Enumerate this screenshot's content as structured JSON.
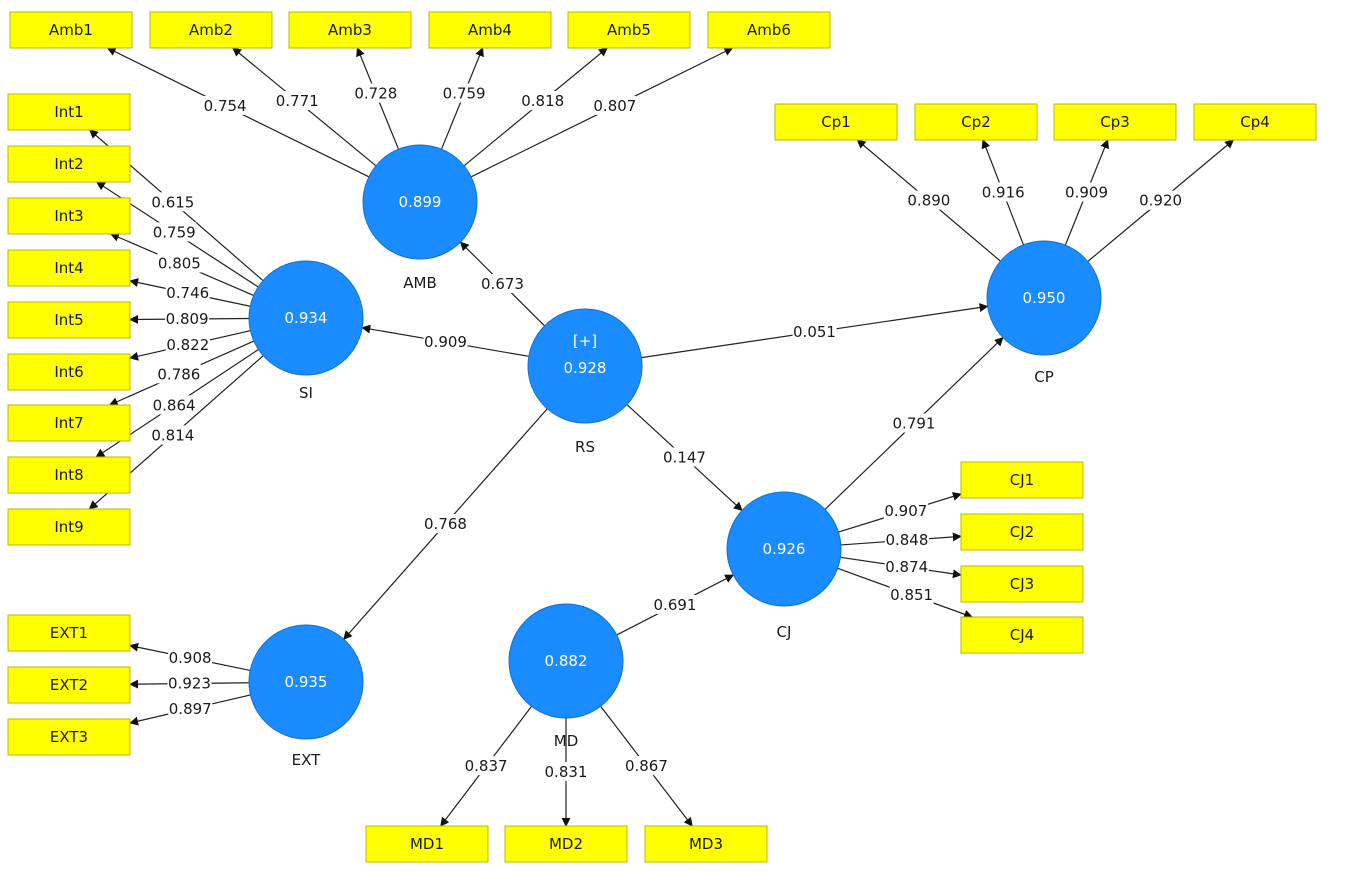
{
  "colors": {
    "indicator_fill": "#ffff00",
    "construct_fill": "#1a8cff",
    "edge": "#222222"
  },
  "constructs": [
    {
      "id": "AMB",
      "label": "AMB",
      "value": "0.899"
    },
    {
      "id": "SI",
      "label": "SI",
      "value": "0.934"
    },
    {
      "id": "RS",
      "label": "RS",
      "value": "0.928",
      "badge": "[+]"
    },
    {
      "id": "CP",
      "label": "CP",
      "value": "0.950"
    },
    {
      "id": "CJ",
      "label": "CJ",
      "value": "0.926"
    },
    {
      "id": "MD",
      "label": "MD",
      "value": "0.882"
    },
    {
      "id": "EXT",
      "label": "EXT",
      "value": "0.935"
    }
  ],
  "indicators": [
    {
      "id": "Amb1",
      "label": "Amb1",
      "construct": "AMB",
      "weight": "0.754"
    },
    {
      "id": "Amb2",
      "label": "Amb2",
      "construct": "AMB",
      "weight": "0.771"
    },
    {
      "id": "Amb3",
      "label": "Amb3",
      "construct": "AMB",
      "weight": "0.728"
    },
    {
      "id": "Amb4",
      "label": "Amb4",
      "construct": "AMB",
      "weight": "0.759"
    },
    {
      "id": "Amb5",
      "label": "Amb5",
      "construct": "AMB",
      "weight": "0.818"
    },
    {
      "id": "Amb6",
      "label": "Amb6",
      "construct": "AMB",
      "weight": "0.807"
    },
    {
      "id": "Int1",
      "label": "Int1",
      "construct": "SI",
      "weight": "0.615"
    },
    {
      "id": "Int2",
      "label": "Int2",
      "construct": "SI",
      "weight": "0.759"
    },
    {
      "id": "Int3",
      "label": "Int3",
      "construct": "SI",
      "weight": "0.805"
    },
    {
      "id": "Int4",
      "label": "Int4",
      "construct": "SI",
      "weight": "0.746"
    },
    {
      "id": "Int5",
      "label": "Int5",
      "construct": "SI",
      "weight": "0.809"
    },
    {
      "id": "Int6",
      "label": "Int6",
      "construct": "SI",
      "weight": "0.822"
    },
    {
      "id": "Int7",
      "label": "Int7",
      "construct": "SI",
      "weight": "0.786"
    },
    {
      "id": "Int8",
      "label": "Int8",
      "construct": "SI",
      "weight": "0.864"
    },
    {
      "id": "Int9",
      "label": "Int9",
      "construct": "SI",
      "weight": "0.814"
    },
    {
      "id": "Cp1",
      "label": "Cp1",
      "construct": "CP",
      "weight": "0.890"
    },
    {
      "id": "Cp2",
      "label": "Cp2",
      "construct": "CP",
      "weight": "0.916"
    },
    {
      "id": "Cp3",
      "label": "Cp3",
      "construct": "CP",
      "weight": "0.909"
    },
    {
      "id": "Cp4",
      "label": "Cp4",
      "construct": "CP",
      "weight": "0.920"
    },
    {
      "id": "CJ1",
      "label": "CJ1",
      "construct": "CJ",
      "weight": "0.907"
    },
    {
      "id": "CJ2",
      "label": "CJ2",
      "construct": "CJ",
      "weight": "0.848"
    },
    {
      "id": "CJ3",
      "label": "CJ3",
      "construct": "CJ",
      "weight": "0.874"
    },
    {
      "id": "CJ4",
      "label": "CJ4",
      "construct": "CJ",
      "weight": "0.851"
    },
    {
      "id": "EXT1",
      "label": "EXT1",
      "construct": "EXT",
      "weight": "0.908"
    },
    {
      "id": "EXT2",
      "label": "EXT2",
      "construct": "EXT",
      "weight": "0.923"
    },
    {
      "id": "EXT3",
      "label": "EXT3",
      "construct": "EXT",
      "weight": "0.897"
    },
    {
      "id": "MD1",
      "label": "MD1",
      "construct": "MD",
      "weight": "0.837"
    },
    {
      "id": "MD2",
      "label": "MD2",
      "construct": "MD",
      "weight": "0.831"
    },
    {
      "id": "MD3",
      "label": "MD3",
      "construct": "MD",
      "weight": "0.867"
    }
  ],
  "paths": [
    {
      "from": "RS",
      "to": "AMB",
      "weight": "0.673"
    },
    {
      "from": "RS",
      "to": "SI",
      "weight": "0.909"
    },
    {
      "from": "RS",
      "to": "CP",
      "weight": "0.051"
    },
    {
      "from": "RS",
      "to": "CJ",
      "weight": "0.147"
    },
    {
      "from": "RS",
      "to": "EXT",
      "weight": "0.768"
    },
    {
      "from": "CJ",
      "to": "CP",
      "weight": "0.791"
    },
    {
      "from": "MD",
      "to": "CJ",
      "weight": "0.691"
    }
  ]
}
